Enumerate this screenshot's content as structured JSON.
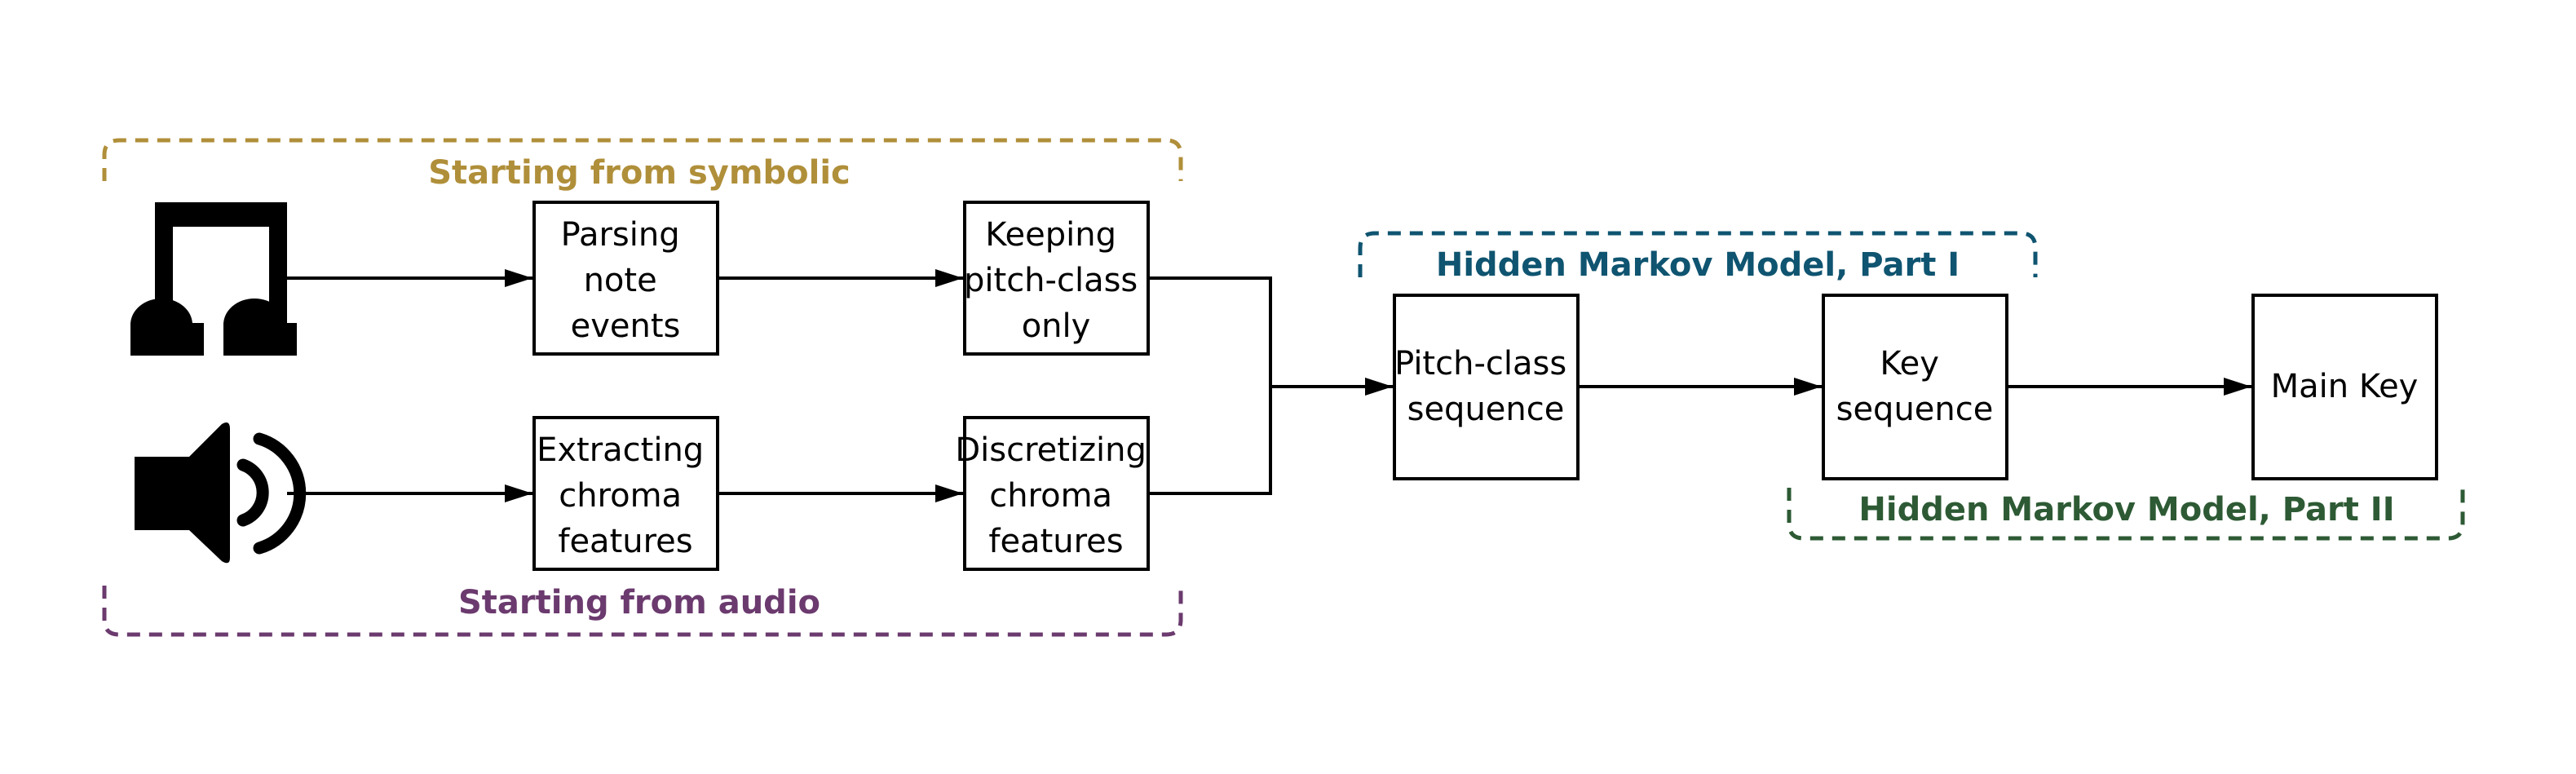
{
  "groups": {
    "symbolic": {
      "label": "Starting from symbolic",
      "color": "#b08f3a"
    },
    "audio": {
      "label": "Starting from audio",
      "color": "#6b3a6e"
    },
    "hmm1": {
      "label": "Hidden Markov Model, Part I",
      "color": "#0f5470"
    },
    "hmm2": {
      "label": "Hidden Markov Model, Part II",
      "color": "#2d5a34"
    }
  },
  "icons": {
    "music": "music-note-icon",
    "audio": "speaker-icon"
  },
  "nodes": {
    "parsing": {
      "lines": [
        "Parsing",
        "note",
        "events"
      ]
    },
    "keeping": {
      "lines": [
        "Keeping",
        "pitch-class",
        "only"
      ]
    },
    "extracting": {
      "lines": [
        "Extracting",
        "chroma",
        "features"
      ]
    },
    "discretizing": {
      "lines": [
        "Discretizing",
        "chroma",
        "features"
      ]
    },
    "pitchclass": {
      "lines": [
        "Pitch-class",
        "sequence"
      ]
    },
    "keyseq": {
      "lines": [
        "Key",
        "sequence"
      ]
    },
    "mainkey": {
      "lines": [
        "Main Key"
      ]
    }
  }
}
